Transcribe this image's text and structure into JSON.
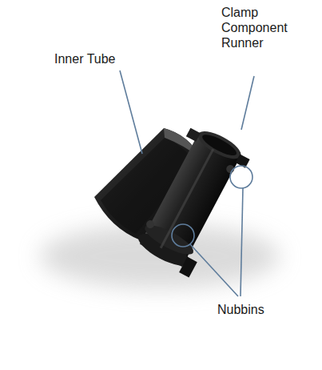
{
  "diagram": {
    "labels": [
      "Inner Tube",
      "Clamp Component Runner",
      "Nubbins"
    ]
  }
}
